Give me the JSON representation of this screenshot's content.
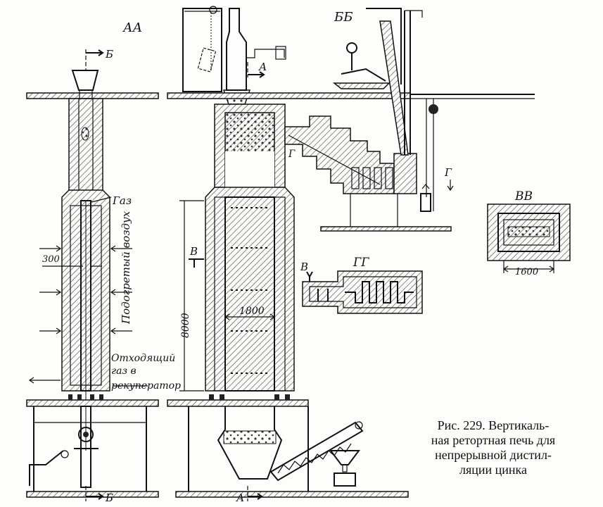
{
  "labels": {
    "section_aa": "АА",
    "section_bb": "ББ",
    "section_vv": "ВВ",
    "section_gg": "ГГ",
    "marker_b_top": "Б",
    "marker_b_bottom": "Б",
    "marker_a_top": "А",
    "marker_a_bottom": "А",
    "marker_v_left": "В",
    "marker_v_mid": "В",
    "marker_g_small": "Г",
    "marker_g_right": "Г",
    "gas": "Газ",
    "heated_air": "Подогретый воздух",
    "exhaust_gas": [
      "Отходящий",
      "газ в",
      "рекуператор"
    ],
    "dim_300": "300",
    "dim_1800": "1800",
    "dim_8000": "8000",
    "dim_1600": "1600"
  },
  "caption": {
    "lines": [
      "Рис. 229. Вертикаль-",
      "ная ретортная печь для",
      "непрерывной дистил-",
      "ляции цинка"
    ]
  }
}
